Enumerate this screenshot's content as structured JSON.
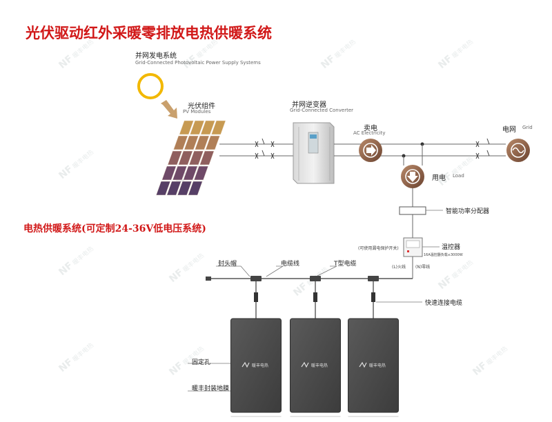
{
  "title": "光伏驱动红外采暖零排放电热供暖系统",
  "subtitle": "电热供暖系统(可定制24-36V低电压系统)",
  "pv_system": {
    "zh": "并网发电系统",
    "en": "Grid-Connected Photovoltaic Power Supply Systems"
  },
  "pv_modules": {
    "zh": "光伏组件",
    "en": "PV Modules"
  },
  "converter": {
    "zh": "并网逆变器",
    "en": "Grid-Connected Converter"
  },
  "sell": {
    "zh": "卖电",
    "en": "AC Electricity"
  },
  "grid": {
    "zh": "电网",
    "en": "Grid"
  },
  "load": {
    "zh": "用电",
    "en": "Load"
  },
  "distributor": "智能功率分配器",
  "controller": {
    "label": "温控器",
    "note": "(可使用漏电保护开关)",
    "spec": "16A温控器负载≤3000W",
    "live": "(L)火线",
    "neutral": "(N)零线"
  },
  "labels": {
    "end_cap": "封头帽",
    "cable": "电缆线",
    "t_cable": "T型电缆",
    "quick_cable": "快速连接电缆",
    "fixing_hole": "固定孔",
    "film": "暖丰封装地膜"
  },
  "watermark": "暖丰电热",
  "panels": [
    {
      "id": 1
    },
    {
      "id": 2
    },
    {
      "id": 3
    }
  ],
  "colors": {
    "title": "#d11818",
    "sun": "#f2b800",
    "arrow": "#b77a4a",
    "panel": "#4b4b4b",
    "line": "#777777"
  }
}
